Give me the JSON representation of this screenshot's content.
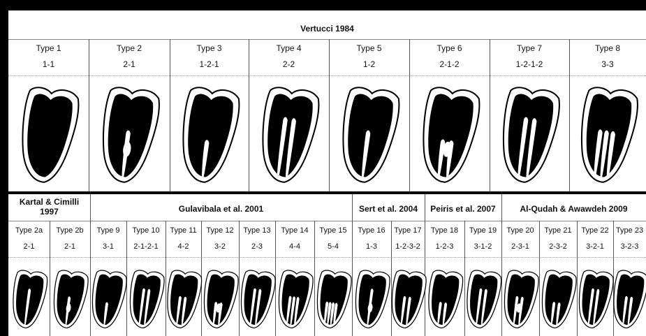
{
  "top_section": {
    "title": "Vertucci 1984",
    "types": [
      {
        "label": "Type 1",
        "code": "1-1"
      },
      {
        "label": "Type 2",
        "code": "2-1"
      },
      {
        "label": "Type 3",
        "code": "1-2-1"
      },
      {
        "label": "Type 4",
        "code": "2-2"
      },
      {
        "label": "Type 5",
        "code": "1-2"
      },
      {
        "label": "Type 6",
        "code": "2-1-2"
      },
      {
        "label": "Type 7",
        "code": "1-2-1-2"
      },
      {
        "label": "Type 8",
        "code": "3-3"
      }
    ]
  },
  "bottom_section": {
    "groups": [
      {
        "title": "Kartal & Cimilli 1997"
      },
      {
        "title": "Gulavibala et al. 2001"
      },
      {
        "title": "Sert et al. 2004"
      },
      {
        "title": "Peiris et al. 2007"
      },
      {
        "title": "Al-Qudah & Awawdeh 2009"
      }
    ],
    "types": [
      {
        "label": "Type 2a",
        "code": "2-1"
      },
      {
        "label": "Type 2b",
        "code": "2-1"
      },
      {
        "label": "Type 9",
        "code": "3-1"
      },
      {
        "label": "Type 10",
        "code": "2-1-2-1"
      },
      {
        "label": "Type 11",
        "code": "4-2"
      },
      {
        "label": "Type 12",
        "code": "3-2"
      },
      {
        "label": "Type 13",
        "code": "2-3"
      },
      {
        "label": "Type 14",
        "code": "4-4"
      },
      {
        "label": "Type 15",
        "code": "5-4"
      },
      {
        "label": "Type 16",
        "code": "1-3"
      },
      {
        "label": "Type 17",
        "code": "1-2-3-2"
      },
      {
        "label": "Type 18",
        "code": "1-2-3"
      },
      {
        "label": "Type 19",
        "code": "3-1-2"
      },
      {
        "label": "Type 20",
        "code": "2-3-1"
      },
      {
        "label": "Type 21",
        "code": "2-3-2"
      },
      {
        "label": "Type 22",
        "code": "3-2-1"
      },
      {
        "label": "Type 23",
        "code": "3-2-3"
      }
    ]
  }
}
